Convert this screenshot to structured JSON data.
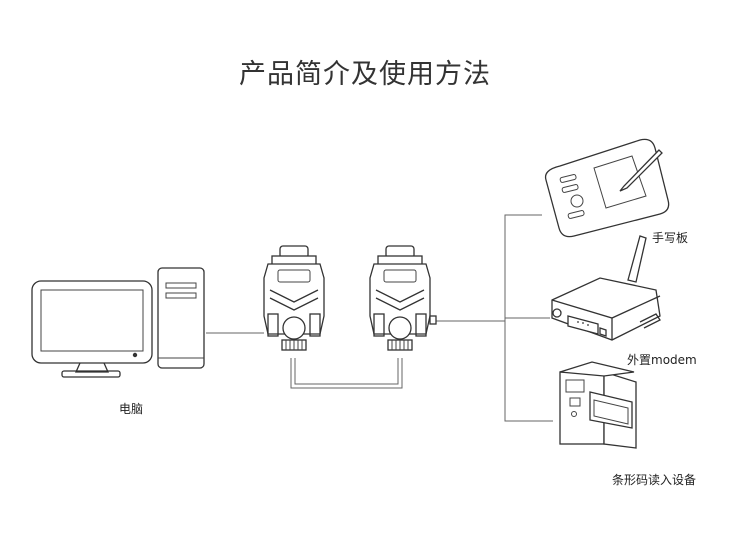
{
  "title": "产品简介及使用方法",
  "devices": {
    "computer": {
      "label": "电脑",
      "icon": "desktop-computer-icon"
    },
    "tablet": {
      "label": "手写板",
      "icon": "drawing-tablet-icon"
    },
    "modem": {
      "label": "外置modem",
      "icon": "external-modem-icon"
    },
    "barcode": {
      "label": "条形码读入设备",
      "icon": "barcode-printer-icon"
    }
  },
  "adapters": [
    {
      "icon": "serial-adapter-icon"
    },
    {
      "icon": "serial-adapter-icon"
    }
  ]
}
